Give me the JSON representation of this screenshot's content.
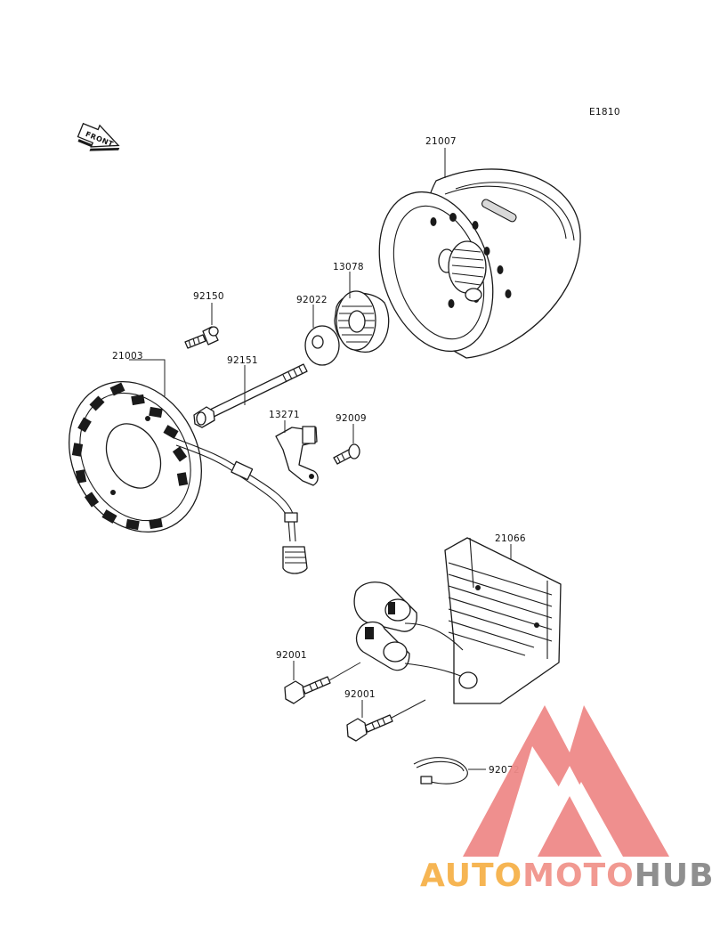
{
  "diagram": {
    "ref_code": "E1810",
    "front_arrow_label": "FRONT",
    "parts": [
      {
        "id": "p21007",
        "number": "21007"
      },
      {
        "id": "p13078",
        "number": "13078"
      },
      {
        "id": "p92022",
        "number": "92022"
      },
      {
        "id": "p92150",
        "number": "92150"
      },
      {
        "id": "p21003",
        "number": "21003"
      },
      {
        "id": "p92151",
        "number": "92151"
      },
      {
        "id": "p13271",
        "number": "13271"
      },
      {
        "id": "p92009",
        "number": "92009"
      },
      {
        "id": "p21066",
        "number": "21066"
      },
      {
        "id": "p92001a",
        "number": "92001"
      },
      {
        "id": "p92001b",
        "number": "92001"
      },
      {
        "id": "p92072",
        "number": "92072"
      }
    ]
  },
  "watermark": {
    "brand_part1": "AUTO",
    "brand_part2": "MOTO",
    "brand_part3": "HUB",
    "colors": {
      "part1": "#f6b24a",
      "part2": "#f1948c",
      "part3": "#8a8a8a",
      "logo": "#ef8a88"
    }
  }
}
